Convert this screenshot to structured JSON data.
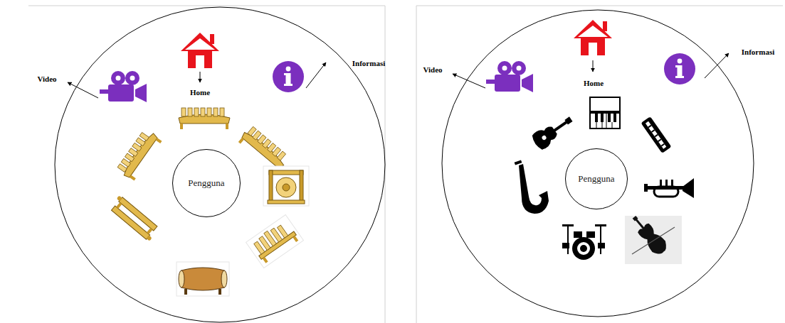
{
  "diagram": {
    "nodes": [
      {
        "text": [
          "Pengguna"
        ]
      },
      {
        "text": [
          "Pengguna"
        ]
      }
    ],
    "labels": [
      "Video",
      "Home",
      "Informasi",
      "Video",
      "Home",
      "Informasi"
    ]
  }
}
